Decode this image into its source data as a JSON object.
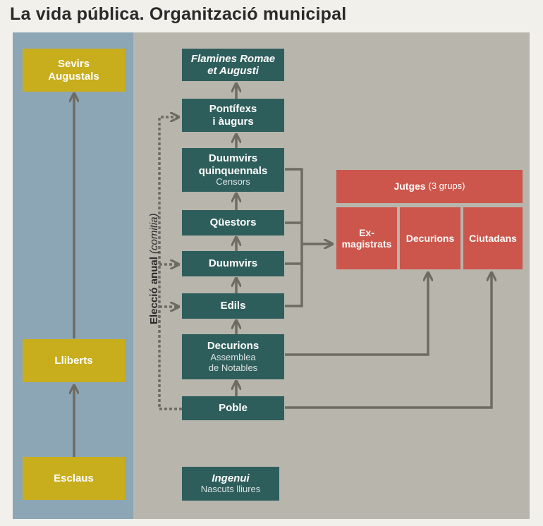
{
  "title": "La vida pública. Organització municipal",
  "side_label": {
    "main": "Elecció anual",
    "paren": "(comitia)"
  },
  "left_column": {
    "sevirs": [
      "Sevirs",
      "Augustals"
    ],
    "lliberts": "Lliberts",
    "esclaus": "Esclaus"
  },
  "center_column": {
    "flamines": [
      "Flamines Romae",
      "et Augusti"
    ],
    "pontifexs": [
      "Pontífexs",
      "i àugurs"
    ],
    "duumvirs_q": [
      "Duumvirs",
      "quinquennals"
    ],
    "duumvirs_q_sub": "Censors",
    "questors": "Qüestors",
    "duumvirs": "Duumvirs",
    "edils": "Edils",
    "decurions": "Decurions",
    "decurions_sub": [
      "Assemblea",
      "de Notables"
    ],
    "poble": "Poble",
    "ingenui": "Ingenui",
    "ingenui_sub": "Nascuts lliures"
  },
  "jutges": {
    "title": "Jutges",
    "title_note": "(3 grups)",
    "groups": [
      "Ex-",
      "magistrats",
      "Decurions",
      "Ciutadans"
    ]
  },
  "colors": {
    "yellow": "#c8ad1c",
    "teal": "#2e5e5c",
    "red": "#cc564b",
    "blue_panel": "#8ca6b5",
    "gray_panel": "#b7b5ac",
    "arrow": "#6e6b63"
  }
}
